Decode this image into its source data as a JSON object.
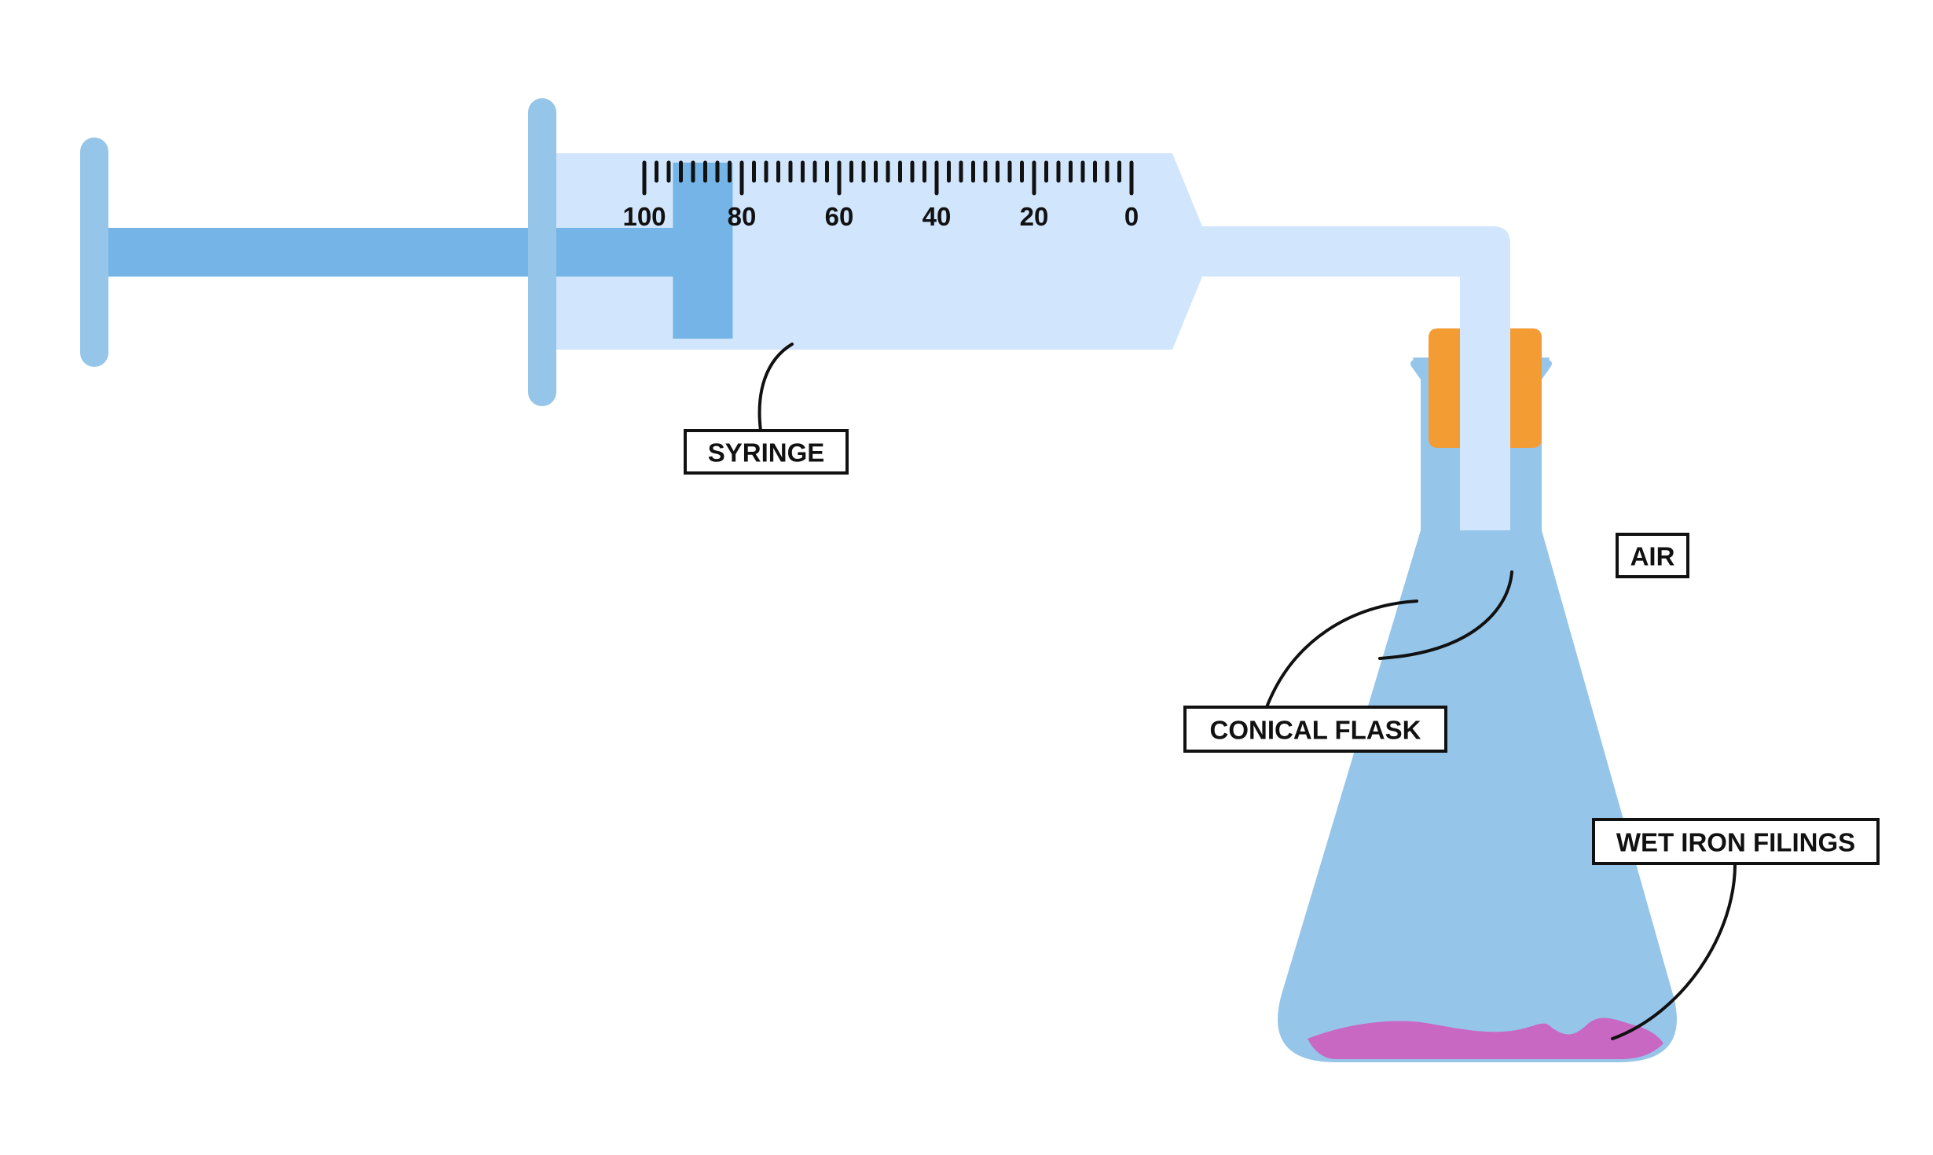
{
  "colors": {
    "plunger": "#74b4e6",
    "flange": "#96c5ea",
    "barrel": "#d1e5fc",
    "flask": "#96c5ea",
    "stopper": "#f49c34",
    "iron_filings": "#c868c2",
    "ink": "#111111"
  },
  "syringe": {
    "scale_labels": [
      "100",
      "80",
      "60",
      "40",
      "20",
      "0"
    ],
    "reading": 88
  },
  "labels": {
    "syringe": "SYRINGE",
    "air": "AIR",
    "conical_flask": "CONICAL FLASK",
    "wet_iron_filings": "WET IRON FILINGS"
  }
}
